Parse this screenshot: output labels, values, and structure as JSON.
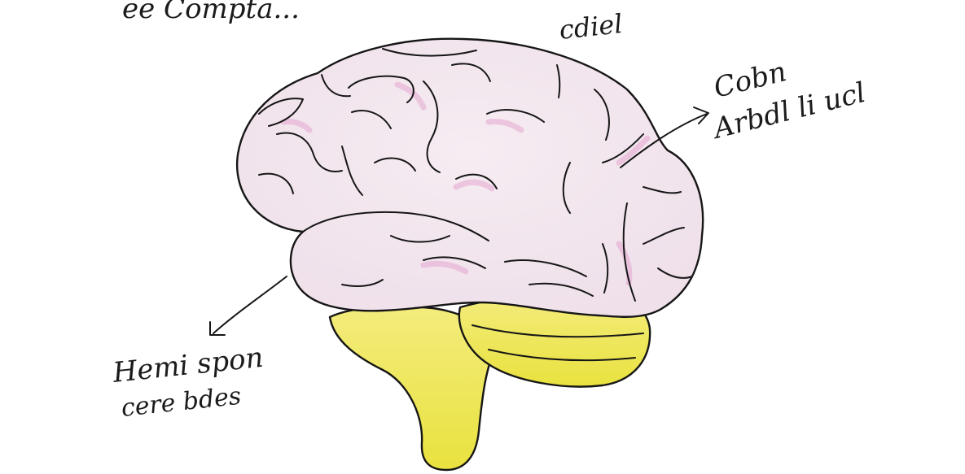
{
  "drawing": {
    "top_caption_left": "ee Compta...",
    "top_caption_right": "cdiel",
    "label_right_line1": "Cobn",
    "label_right_line2": "Arbdl li ucl",
    "label_left_line1": "Hemi spon",
    "label_left_line2": "cere bdes"
  },
  "colors": {
    "cerebrum": "#efe0ea",
    "cerebrum_shade": "#f6ecf2",
    "highlight": "#e3a6cf",
    "cerebellum": "#e9e23f",
    "cerebellum_light": "#f3ec7c",
    "ink": "#161616"
  }
}
